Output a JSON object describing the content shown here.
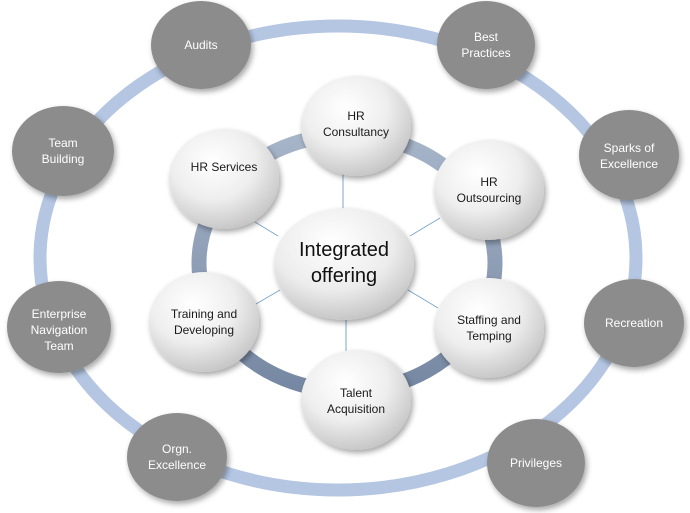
{
  "center": {
    "lines": [
      "Integrated",
      "offering"
    ]
  },
  "inner_nodes": [
    {
      "id": "hr-consultancy",
      "lines": [
        "HR",
        "Consultancy"
      ]
    },
    {
      "id": "hr-outsourcing",
      "lines": [
        "HR",
        "Outsourcing"
      ]
    },
    {
      "id": "staffing-and-temping",
      "lines": [
        "Staffing and",
        "Temping"
      ]
    },
    {
      "id": "talent-acquisition",
      "lines": [
        "Talent",
        "Acquisition"
      ]
    },
    {
      "id": "training-and-developing",
      "lines": [
        "Training and",
        "Developing"
      ]
    },
    {
      "id": "hr-services",
      "lines": [
        "HR Services"
      ]
    }
  ],
  "outer_nodes": [
    {
      "id": "audits",
      "lines": [
        "Audits"
      ]
    },
    {
      "id": "best-practices",
      "lines": [
        "Best",
        "Practices"
      ]
    },
    {
      "id": "sparks-of-excellence",
      "lines": [
        "Sparks of",
        "Excellence"
      ]
    },
    {
      "id": "recreation",
      "lines": [
        "Recreation"
      ]
    },
    {
      "id": "privileges",
      "lines": [
        "Privileges"
      ]
    },
    {
      "id": "orgn-excellence",
      "lines": [
        "Orgn.",
        "Excellence"
      ]
    },
    {
      "id": "enterprise-navigation-team",
      "lines": [
        "Enterprise",
        "Navigation",
        "Team"
      ]
    },
    {
      "id": "team-building",
      "lines": [
        "Team",
        "Building"
      ]
    }
  ],
  "colors": {
    "outer_ring": "#b4c6e2",
    "inner_ring": "#8a9cb6",
    "outer_node": "#8c8c8c",
    "connector": "#7ea6cc",
    "node_light": "#ffffff",
    "node_dark": "#c8c8c8"
  }
}
